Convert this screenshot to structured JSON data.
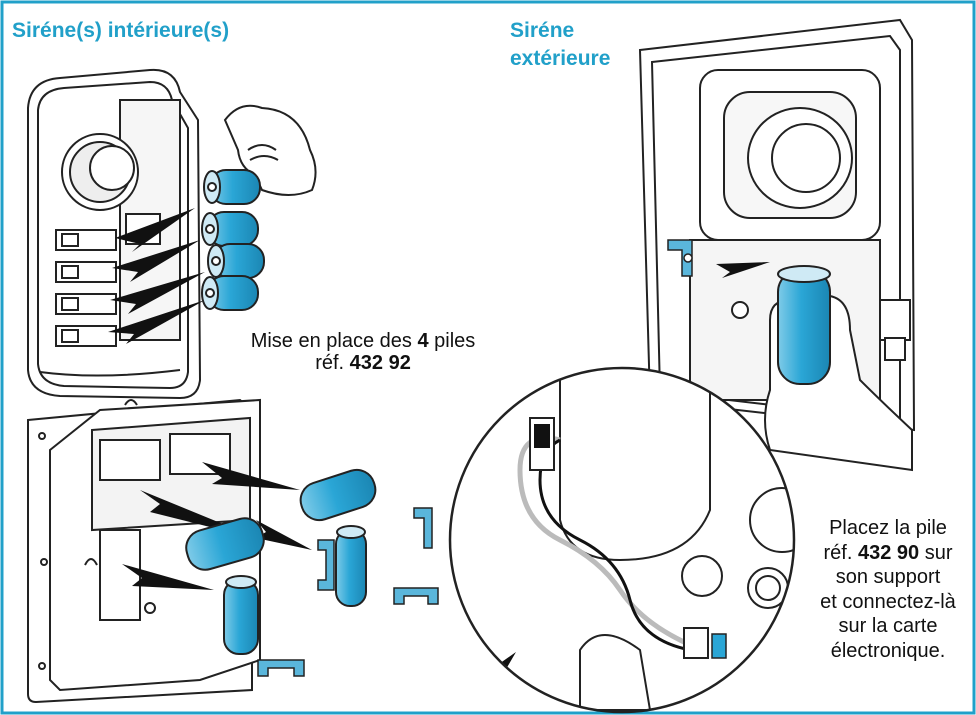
{
  "headers": {
    "interior": "Siréne(s) intérieure(s)",
    "exterior_line1": "Siréne",
    "exterior_line2": "extérieure"
  },
  "caption_interior": {
    "line1_prefix": "Mise en place des ",
    "battery_count": "4",
    "line1_suffix": " piles",
    "line2_prefix": "réf. ",
    "line2_ref": "432 92"
  },
  "caption_exterior": {
    "line1": "Placez la pile",
    "line2_prefix": "réf. ",
    "line2_ref": "432 90",
    "line2_suffix": " sur",
    "line3": "son support",
    "line4": "et connectez-là",
    "line5": "sur la carte",
    "line6": "électronique."
  },
  "colors": {
    "frame": "#21a0c9",
    "battery": "#2aa6d6",
    "header_text": "#21a0c9"
  }
}
